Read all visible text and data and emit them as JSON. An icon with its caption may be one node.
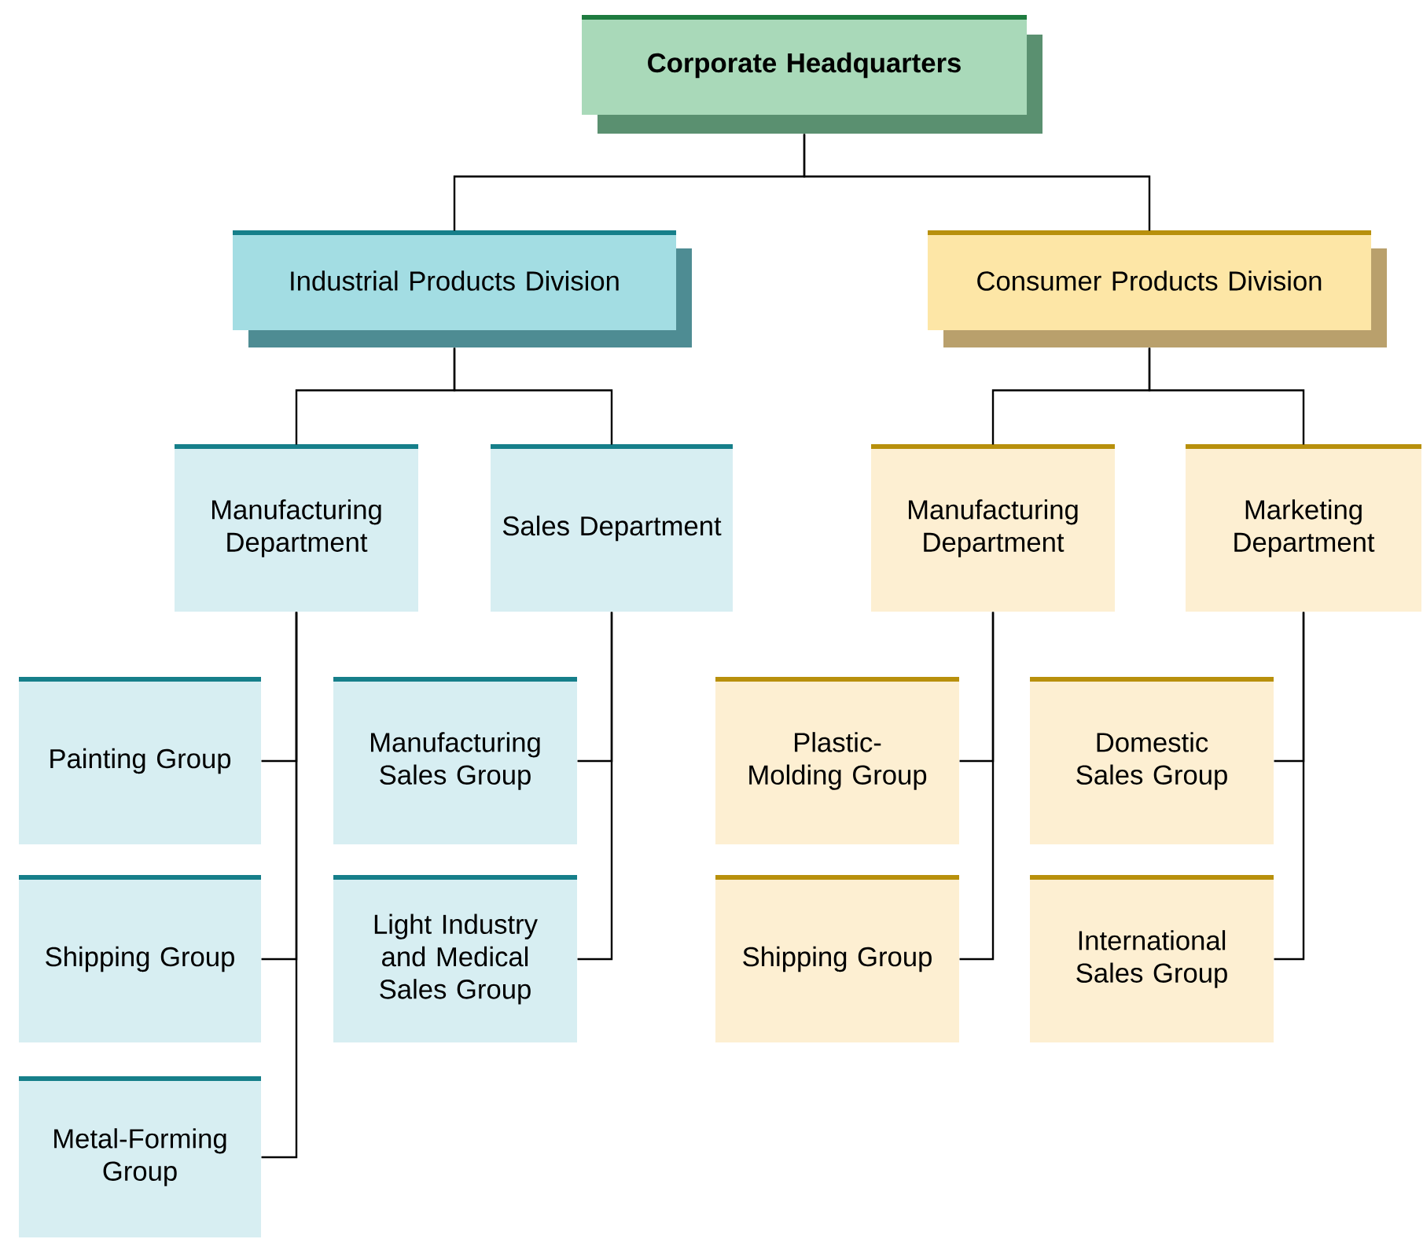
{
  "diagram": {
    "nodes": [
      {
        "text": [
          "Corporate Headquarters"
        ]
      },
      {
        "text": [
          "Industrial Products Division"
        ]
      },
      {
        "text": [
          "Consumer Products Division"
        ]
      },
      {
        "text": [
          "Manufacturing Department"
        ]
      },
      {
        "text": [
          "Sales Department"
        ]
      },
      {
        "text": [
          "Manufacturing Department"
        ]
      },
      {
        "text": [
          "Marketing Department"
        ]
      },
      {
        "text": [
          "Painting Group"
        ]
      },
      {
        "text": [
          "Manufacturing Sales Group"
        ]
      },
      {
        "text": [
          "Plastic-Molding Group"
        ]
      },
      {
        "text": [
          "Domestic Sales Group"
        ]
      },
      {
        "text": [
          "Shipping Group"
        ]
      },
      {
        "text": [
          "Light Industry and Medical Sales Group"
        ]
      },
      {
        "text": [
          "Shipping Group"
        ]
      },
      {
        "text": [
          "International Sales Group"
        ]
      },
      {
        "text": [
          "Metal-Forming Group"
        ]
      }
    ],
    "edges": [
      {
        "from": 0,
        "to": 1,
        "arrow": "none"
      },
      {
        "from": 0,
        "to": 2,
        "arrow": "none"
      },
      {
        "from": 1,
        "to": 3,
        "arrow": "none"
      },
      {
        "from": 1,
        "to": 4,
        "arrow": "none"
      },
      {
        "from": 2,
        "to": 5,
        "arrow": "none"
      },
      {
        "from": 2,
        "to": 6,
        "arrow": "none"
      },
      {
        "from": 3,
        "to": 7,
        "arrow": "none"
      },
      {
        "from": 3,
        "to": 11,
        "arrow": "none"
      },
      {
        "from": 3,
        "to": 15,
        "arrow": "none"
      },
      {
        "from": 4,
        "to": 8,
        "arrow": "none"
      },
      {
        "from": 4,
        "to": 12,
        "arrow": "none"
      },
      {
        "from": 5,
        "to": 9,
        "arrow": "none"
      },
      {
        "from": 5,
        "to": 13,
        "arrow": "none"
      },
      {
        "from": 6,
        "to": 10,
        "arrow": "none"
      },
      {
        "from": 6,
        "to": 14,
        "arrow": "none"
      }
    ]
  }
}
